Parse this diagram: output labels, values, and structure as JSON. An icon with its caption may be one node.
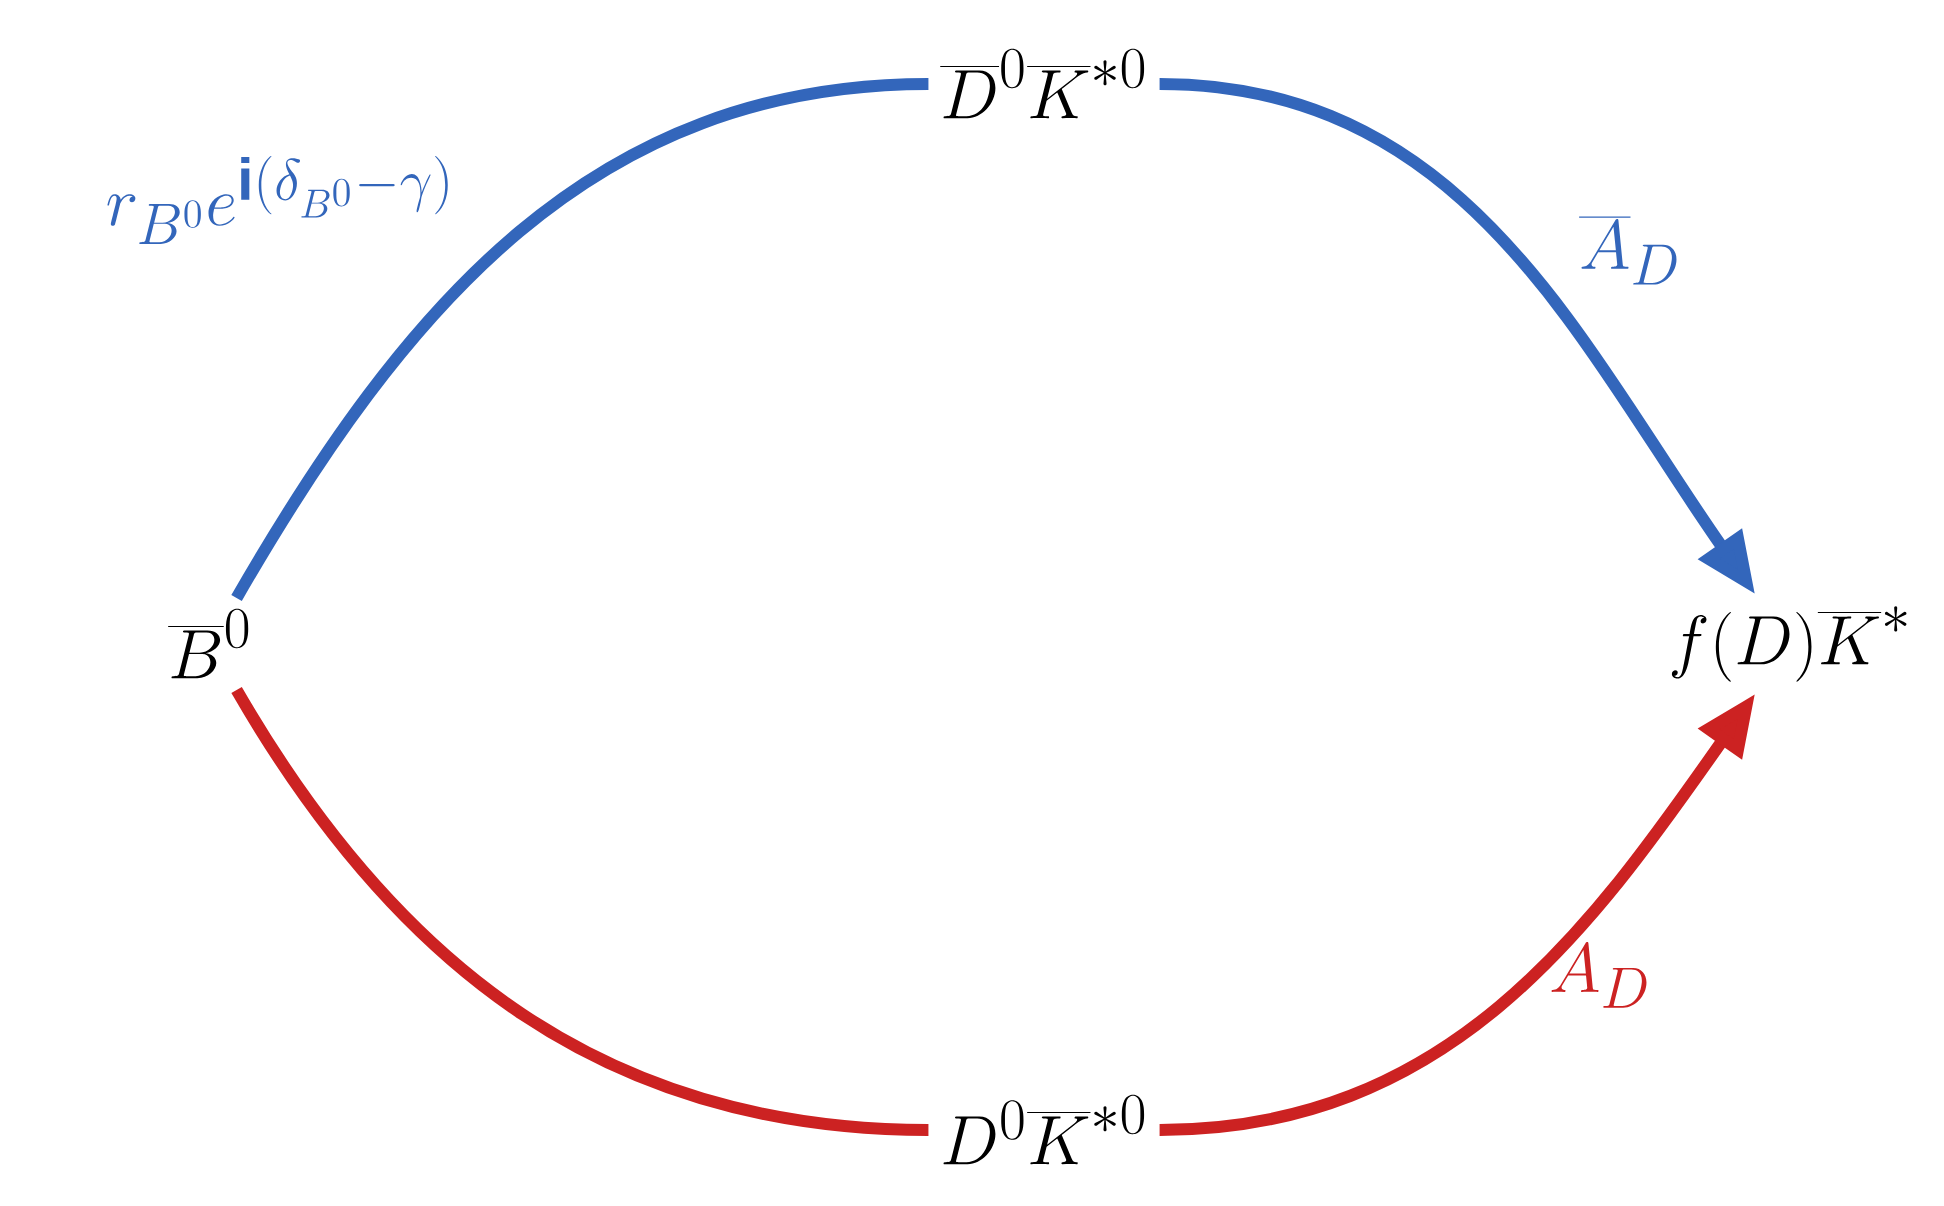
{
  "diagram": {
    "nodes": [
      {
        "text": [
          "\\overline{B}^0"
        ]
      },
      {
        "text": [
          "\\overline{D}^0\\overline{K}^{*0}"
        ]
      },
      {
        "text": [
          "f(D)\\overline{K}^{*}"
        ]
      },
      {
        "text": [
          "D^0\\overline{K}^{*0}"
        ]
      }
    ],
    "edges": [
      {
        "from": 0,
        "to": 1,
        "arrow": "none",
        "label": "r_{B^0}e^{\\mathbf{i}(\\delta_{B^0}-\\gamma)}",
        "color": "#3366bb"
      },
      {
        "from": 1,
        "to": 2,
        "arrow": "to",
        "label": "\\overline{A}_D",
        "color": "#3366bb"
      },
      {
        "from": 0,
        "to": 3,
        "arrow": "none",
        "color": "#cc2222"
      },
      {
        "from": 3,
        "to": 2,
        "arrow": "to",
        "label": "A_D",
        "color": "#cc2222"
      }
    ]
  }
}
